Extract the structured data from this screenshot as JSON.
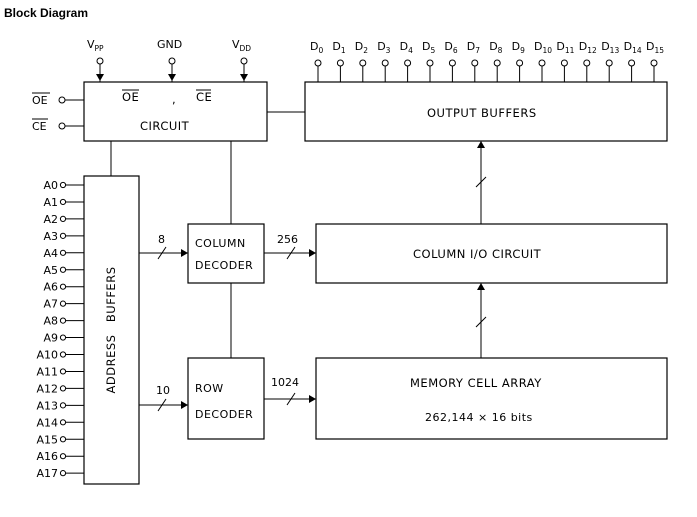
{
  "title": "Block Diagram",
  "power_pins": [
    {
      "main": "V",
      "sub": "PP"
    },
    {
      "main": "GND",
      "sub": ""
    },
    {
      "main": "V",
      "sub": "DD"
    }
  ],
  "control_pins": [
    "OE",
    "CE"
  ],
  "data_pins": [
    {
      "main": "D",
      "sub": "0"
    },
    {
      "main": "D",
      "sub": "1"
    },
    {
      "main": "D",
      "sub": "2"
    },
    {
      "main": "D",
      "sub": "3"
    },
    {
      "main": "D",
      "sub": "4"
    },
    {
      "main": "D",
      "sub": "5"
    },
    {
      "main": "D",
      "sub": "6"
    },
    {
      "main": "D",
      "sub": "7"
    },
    {
      "main": "D",
      "sub": "8"
    },
    {
      "main": "D",
      "sub": "9"
    },
    {
      "main": "D",
      "sub": "10"
    },
    {
      "main": "D",
      "sub": "11"
    },
    {
      "main": "D",
      "sub": "12"
    },
    {
      "main": "D",
      "sub": "13"
    },
    {
      "main": "D",
      "sub": "14"
    },
    {
      "main": "D",
      "sub": "15"
    }
  ],
  "address_pins": [
    "A0",
    "A1",
    "A2",
    "A3",
    "A4",
    "A5",
    "A6",
    "A7",
    "A8",
    "A9",
    "A10",
    "A11",
    "A12",
    "A13",
    "A14",
    "A15",
    "A16",
    "A17"
  ],
  "blocks": {
    "control": {
      "oe": "OE",
      "sep": ",",
      "ce": "CE",
      "label": "CIRCUIT"
    },
    "address_buffers": "ADDRESS   BUFFERS",
    "column_decoder": [
      "COLUMN",
      "DECODER"
    ],
    "row_decoder": [
      "ROW",
      "DECODER"
    ],
    "output_buffers": "OUTPUT BUFFERS",
    "column_io": "COLUMN I/O CIRCUIT",
    "memory_array": {
      "label": "MEMORY CELL ARRAY",
      "size": "262,144 × 16 bits"
    }
  },
  "bus_widths": {
    "addr_to_col": "8",
    "addr_to_row": "10",
    "col_to_io": "256",
    "row_to_array": "1024"
  }
}
